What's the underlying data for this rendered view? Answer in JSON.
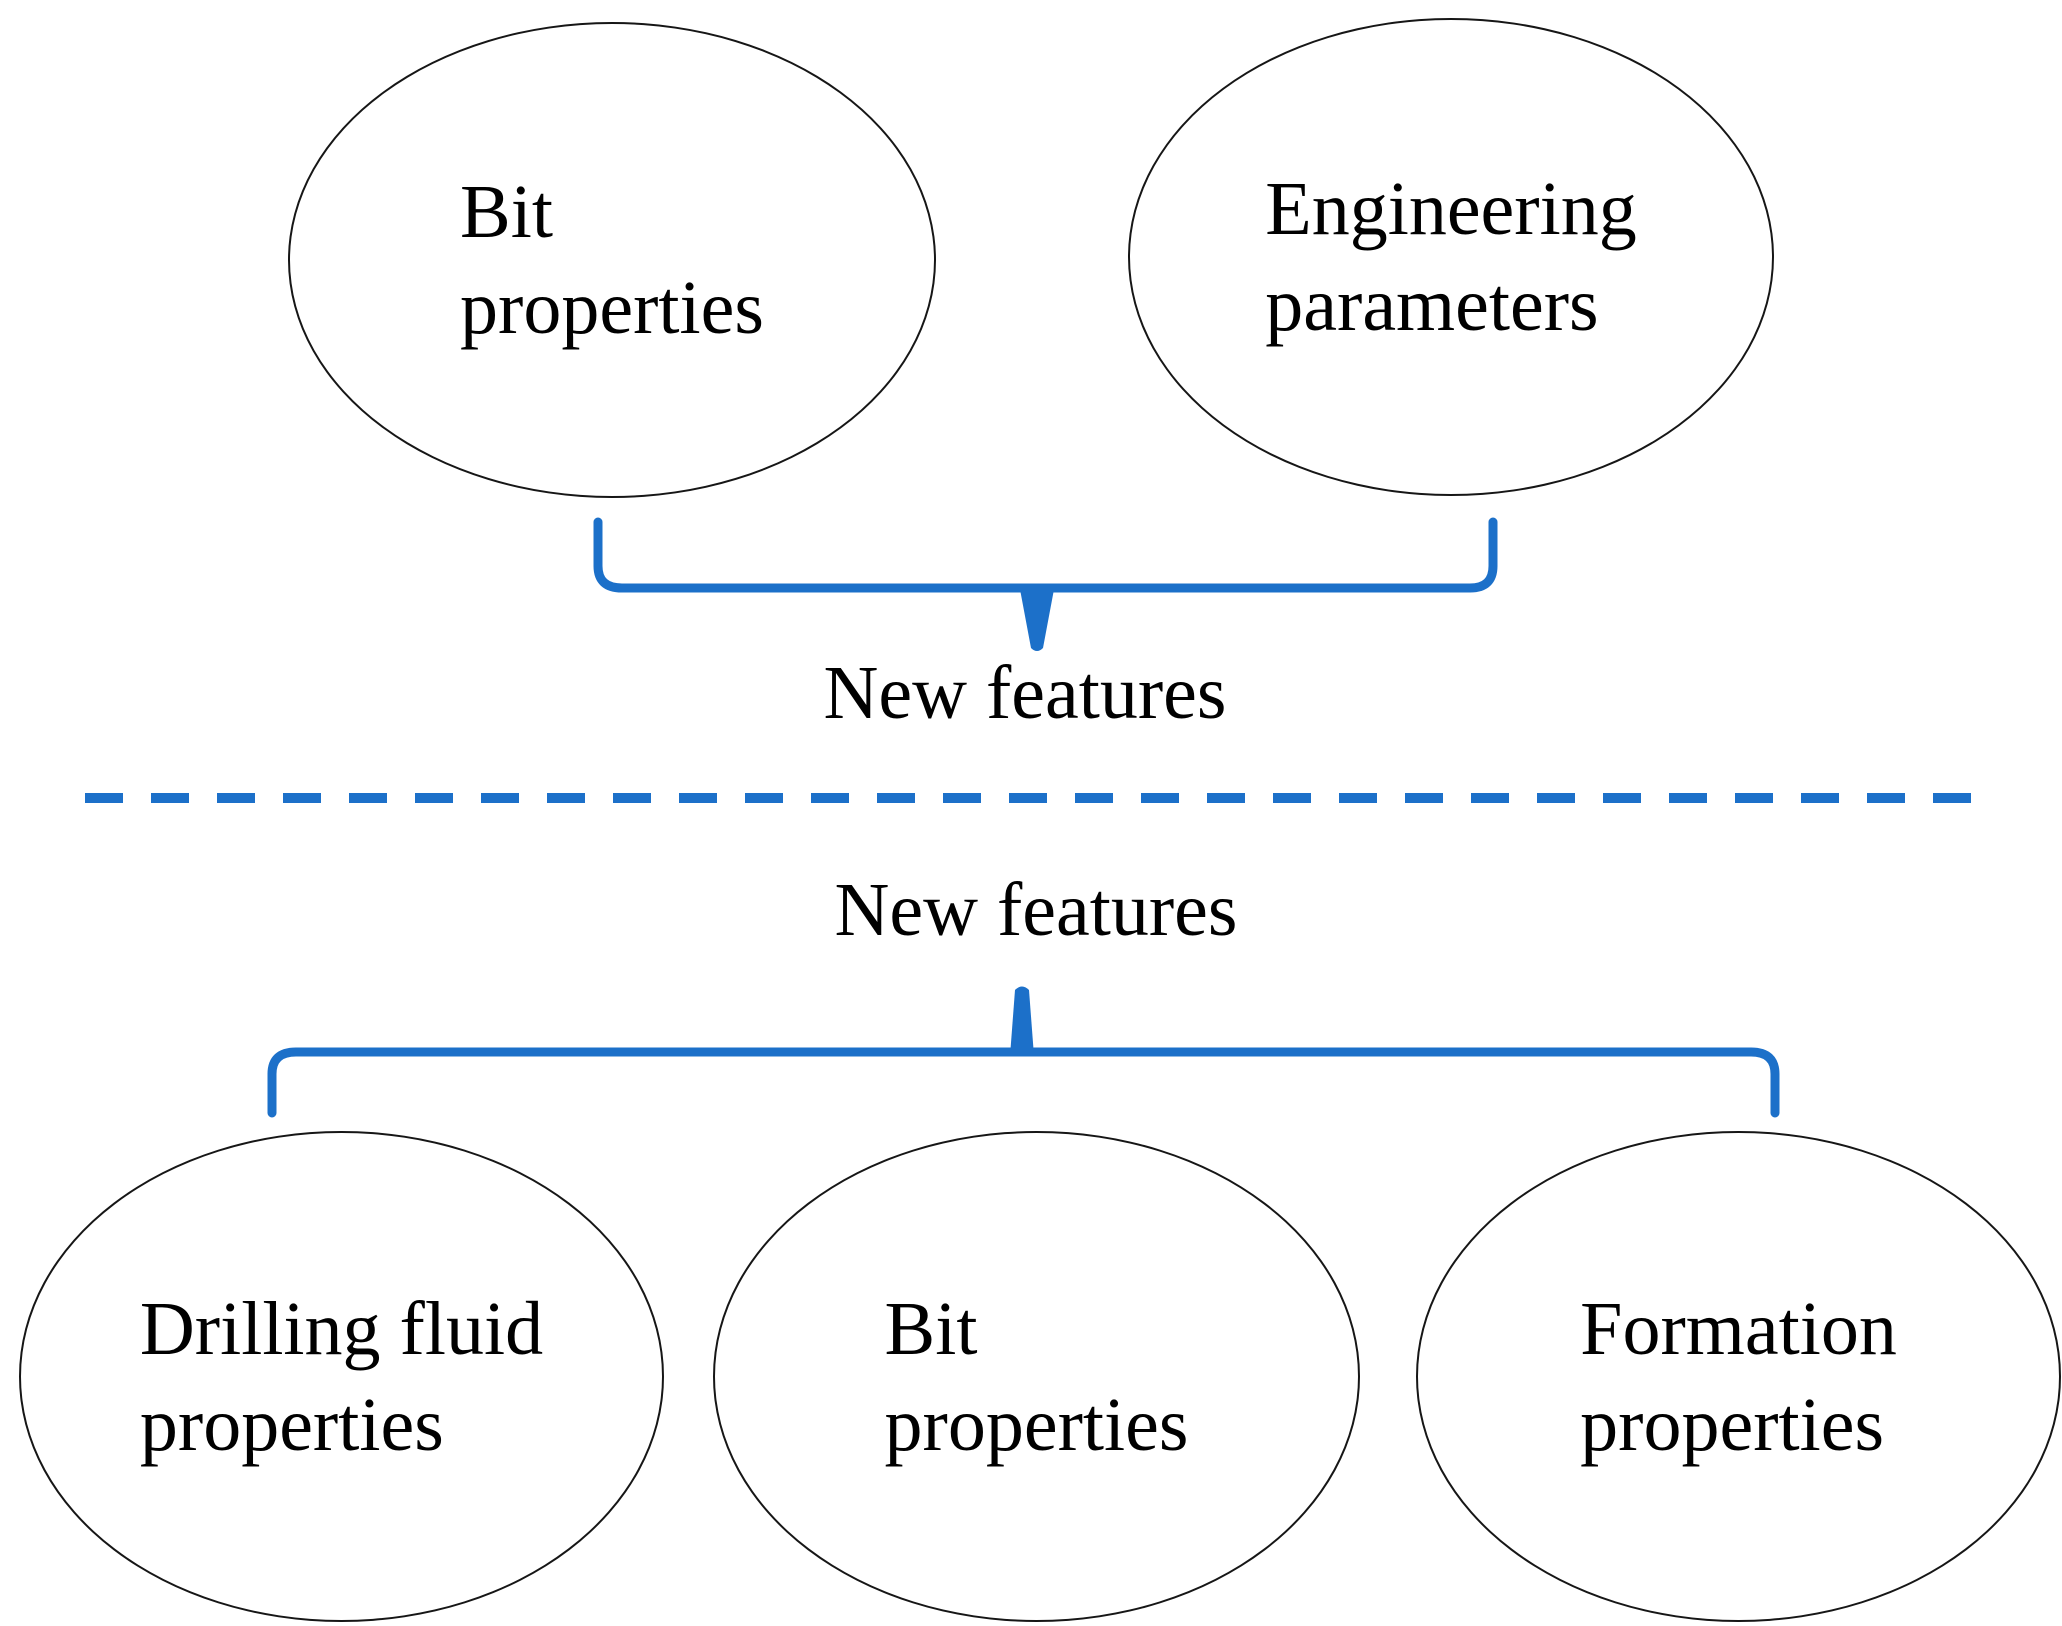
{
  "diagram": {
    "top_group": {
      "ellipses": [
        {
          "label": "Bit\nproperties"
        },
        {
          "label": "Engineering\nparameters"
        }
      ],
      "brace_label": "New features"
    },
    "separator": {
      "style": "dashed-line"
    },
    "bottom_group": {
      "brace_label": "New features",
      "ellipses": [
        {
          "label": "Drilling fluid\nproperties"
        },
        {
          "label": "Bit\nproperties"
        },
        {
          "label": "Formation\nproperties"
        }
      ]
    },
    "colors": {
      "accent_blue": "#1C70C9",
      "ellipse_outline": "#161616",
      "text": "#000000",
      "background": "#FFFFFF"
    }
  }
}
